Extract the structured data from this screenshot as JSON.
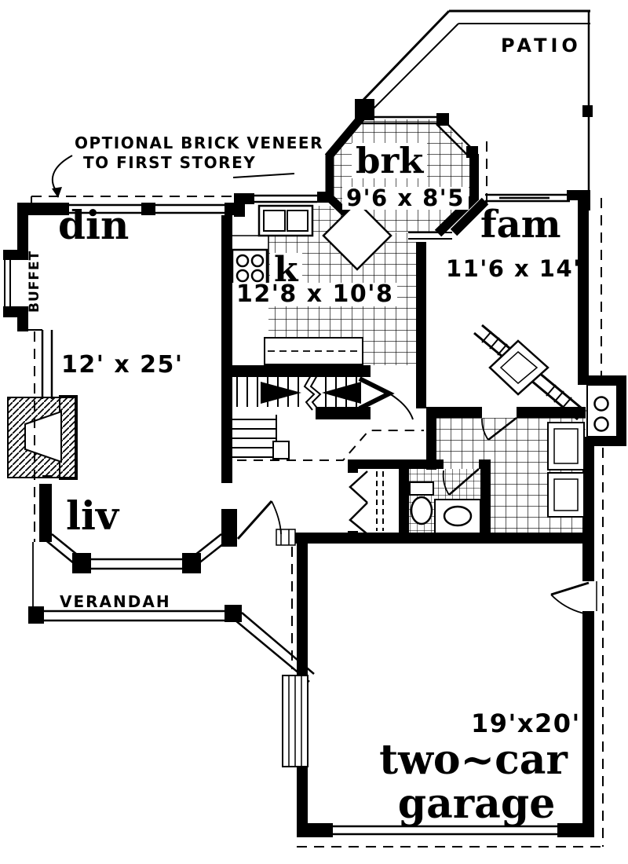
{
  "colors": {
    "ink": "#000000",
    "paper": "#ffffff"
  },
  "plan": {
    "annotations": {
      "veneer_note_line1": "OPTIONAL BRICK VENEER",
      "veneer_note_line2": "TO FIRST STOREY",
      "patio": "PATIO",
      "verandah": "VERANDAH",
      "buffet": "BUFFET"
    },
    "rooms": {
      "din": {
        "label": "din",
        "dims": "12' x 25'"
      },
      "liv": {
        "label": "liv"
      },
      "kitchen": {
        "label": "k",
        "dims": "12'8 x 10'8"
      },
      "brk": {
        "label": "brk",
        "dims": "9'6 x 8'5"
      },
      "fam": {
        "label": "fam",
        "dims": "11'6 x 14'"
      },
      "garage": {
        "dims": "19'x20'",
        "label_line1": "two~car",
        "label_line2": "garage"
      }
    }
  }
}
